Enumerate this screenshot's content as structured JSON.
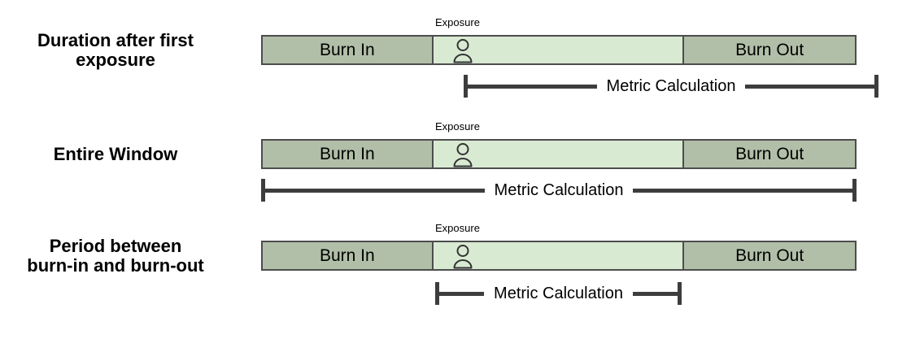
{
  "colors": {
    "segment_dark": "#b1bfa8",
    "segment_light": "#d9ead3",
    "border": "#4d4d4d",
    "bracket": "#3d3d3d",
    "text": "#000000",
    "icon_stroke": "#333333",
    "background": "#ffffff"
  },
  "icons": {
    "person_icon": "person-outline"
  },
  "rows": [
    {
      "label": "Duration after first\nexposure",
      "exposure_label": "Exposure",
      "burn_in": "Burn In",
      "burn_out": "Burn Out",
      "metric_label": "Metric Calculation"
    },
    {
      "label": "Entire Window",
      "exposure_label": "Exposure",
      "burn_in": "Burn In",
      "burn_out": "Burn Out",
      "metric_label": "Metric Calculation"
    },
    {
      "label": "Period between\nburn-in and burn-out",
      "exposure_label": "Exposure",
      "burn_in": "Burn In",
      "burn_out": "Burn Out",
      "metric_label": "Metric Calculation"
    }
  ]
}
